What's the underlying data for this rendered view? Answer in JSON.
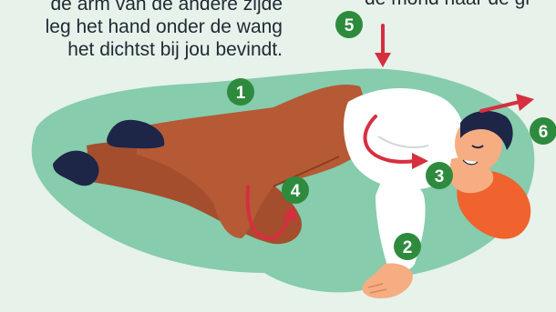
{
  "caption_left": {
    "lines": [
      "de arm van de andere zijde",
      "leg het hand onder de wang",
      "het dichtst bij jou bevindt."
    ]
  },
  "caption_right": {
    "lines": [
      "de mond naar de gr"
    ]
  },
  "steps": [
    {
      "number": "1",
      "color": "#2e8b3e"
    },
    {
      "number": "2",
      "color": "#2e8b3e"
    },
    {
      "number": "3",
      "color": "#2e8b3e"
    },
    {
      "number": "4",
      "color": "#2e8b3e"
    },
    {
      "number": "5",
      "color": "#2e8b3e"
    },
    {
      "number": "6",
      "color": "#2e8b3e"
    }
  ],
  "colors": {
    "background": "#e6f2ea",
    "ground": "#86ccad",
    "trousers": "#b55a35",
    "shirt": "#ffffff",
    "skin": "#f6ad82",
    "hair": "#1d2647",
    "shoes": "#1d2647",
    "pillow": "#f0622e",
    "arrow": "#d62f3f"
  }
}
